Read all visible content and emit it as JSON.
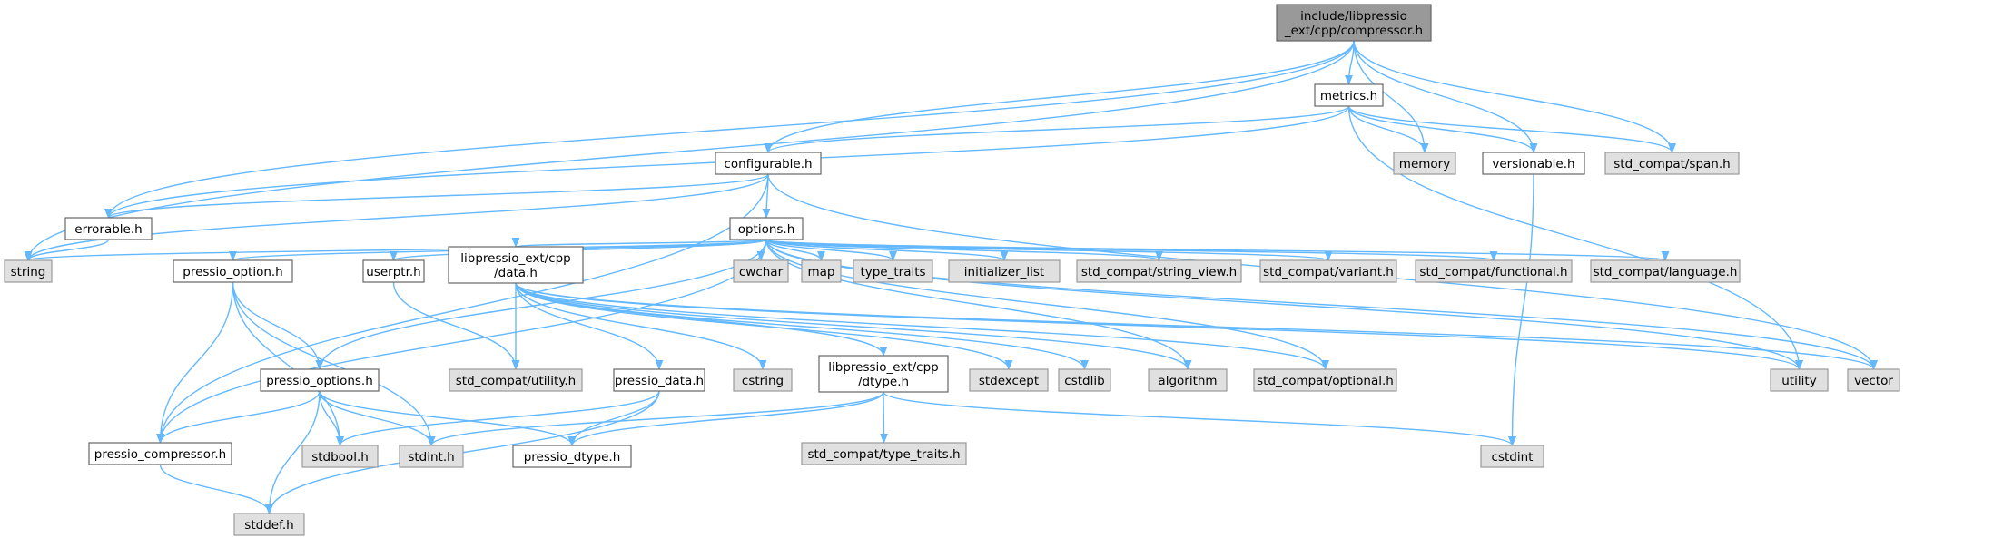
{
  "colors": {
    "edge": "#63b8ff",
    "root_fill": "#999999",
    "local_fill": "#ffffff",
    "system_fill": "#e0e0e0",
    "border": "#666666"
  },
  "nodes": [
    {
      "id": "compressor",
      "type": "root",
      "label": [
        "include/libpressio",
        "_ext/cpp/compressor.h"
      ]
    },
    {
      "id": "metrics",
      "type": "local",
      "label": [
        "metrics.h"
      ]
    },
    {
      "id": "configurable",
      "type": "local",
      "label": [
        "configurable.h"
      ]
    },
    {
      "id": "memory",
      "type": "system",
      "label": [
        "memory"
      ]
    },
    {
      "id": "versionable",
      "type": "local",
      "label": [
        "versionable.h"
      ]
    },
    {
      "id": "span",
      "type": "system",
      "label": [
        "std_compat/span.h"
      ]
    },
    {
      "id": "errorable",
      "type": "local",
      "label": [
        "errorable.h"
      ]
    },
    {
      "id": "options",
      "type": "local",
      "label": [
        "options.h"
      ]
    },
    {
      "id": "string",
      "type": "system",
      "label": [
        "string"
      ]
    },
    {
      "id": "pressio_option",
      "type": "local",
      "label": [
        "pressio_option.h"
      ]
    },
    {
      "id": "userptr",
      "type": "local",
      "label": [
        "userptr.h"
      ]
    },
    {
      "id": "data",
      "type": "local",
      "label": [
        "libpressio_ext/cpp",
        "/data.h"
      ]
    },
    {
      "id": "cwchar",
      "type": "system",
      "label": [
        "cwchar"
      ]
    },
    {
      "id": "map",
      "type": "system",
      "label": [
        "map"
      ]
    },
    {
      "id": "type_traits",
      "type": "system",
      "label": [
        "type_traits"
      ]
    },
    {
      "id": "initializer_list",
      "type": "system",
      "label": [
        "initializer_list"
      ]
    },
    {
      "id": "string_view",
      "type": "system",
      "label": [
        "std_compat/string_view.h"
      ]
    },
    {
      "id": "variant",
      "type": "system",
      "label": [
        "std_compat/variant.h"
      ]
    },
    {
      "id": "functional",
      "type": "system",
      "label": [
        "std_compat/functional.h"
      ]
    },
    {
      "id": "language",
      "type": "system",
      "label": [
        "std_compat/language.h"
      ]
    },
    {
      "id": "pressio_options",
      "type": "local",
      "label": [
        "pressio_options.h"
      ]
    },
    {
      "id": "compat_utility",
      "type": "system",
      "label": [
        "std_compat/utility.h"
      ]
    },
    {
      "id": "pressio_data",
      "type": "local",
      "label": [
        "pressio_data.h"
      ]
    },
    {
      "id": "cstring",
      "type": "system",
      "label": [
        "cstring"
      ]
    },
    {
      "id": "dtype_cpp",
      "type": "local",
      "label": [
        "libpressio_ext/cpp",
        "/dtype.h"
      ]
    },
    {
      "id": "stdexcept",
      "type": "system",
      "label": [
        "stdexcept"
      ]
    },
    {
      "id": "cstdlib",
      "type": "system",
      "label": [
        "cstdlib"
      ]
    },
    {
      "id": "algorithm",
      "type": "system",
      "label": [
        "algorithm"
      ]
    },
    {
      "id": "optional",
      "type": "system",
      "label": [
        "std_compat/optional.h"
      ]
    },
    {
      "id": "utility",
      "type": "system",
      "label": [
        "utility"
      ]
    },
    {
      "id": "vector",
      "type": "system",
      "label": [
        "vector"
      ]
    },
    {
      "id": "pressio_compressor",
      "type": "local",
      "label": [
        "pressio_compressor.h"
      ]
    },
    {
      "id": "stdbool",
      "type": "system",
      "label": [
        "stdbool.h"
      ]
    },
    {
      "id": "stdint",
      "type": "system",
      "label": [
        "stdint.h"
      ]
    },
    {
      "id": "pressio_dtype",
      "type": "local",
      "label": [
        "pressio_dtype.h"
      ]
    },
    {
      "id": "compat_type_traits",
      "type": "system",
      "label": [
        "std_compat/type_traits.h"
      ]
    },
    {
      "id": "cstdint",
      "type": "system",
      "label": [
        "cstdint"
      ]
    },
    {
      "id": "stddef",
      "type": "system",
      "label": [
        "stddef.h"
      ]
    }
  ],
  "edges": [
    [
      "compressor",
      "metrics"
    ],
    [
      "compressor",
      "configurable"
    ],
    [
      "compressor",
      "memory"
    ],
    [
      "compressor",
      "versionable"
    ],
    [
      "compressor",
      "span"
    ],
    [
      "compressor",
      "errorable"
    ],
    [
      "compressor",
      "string"
    ],
    [
      "metrics",
      "configurable"
    ],
    [
      "metrics",
      "memory"
    ],
    [
      "metrics",
      "versionable"
    ],
    [
      "metrics",
      "span"
    ],
    [
      "metrics",
      "errorable"
    ],
    [
      "metrics",
      "utility"
    ],
    [
      "configurable",
      "errorable"
    ],
    [
      "configurable",
      "options"
    ],
    [
      "configurable",
      "string"
    ],
    [
      "configurable",
      "pressio_compressor"
    ],
    [
      "configurable",
      "vector"
    ],
    [
      "versionable",
      "cstdint"
    ],
    [
      "errorable",
      "string"
    ],
    [
      "options",
      "string"
    ],
    [
      "options",
      "pressio_option"
    ],
    [
      "options",
      "userptr"
    ],
    [
      "options",
      "data"
    ],
    [
      "options",
      "cwchar"
    ],
    [
      "options",
      "map"
    ],
    [
      "options",
      "type_traits"
    ],
    [
      "options",
      "initializer_list"
    ],
    [
      "options",
      "string_view"
    ],
    [
      "options",
      "variant"
    ],
    [
      "options",
      "functional"
    ],
    [
      "options",
      "language"
    ],
    [
      "options",
      "pressio_options"
    ],
    [
      "options",
      "pressio_compressor"
    ],
    [
      "options",
      "optional"
    ],
    [
      "options",
      "utility"
    ],
    [
      "options",
      "vector"
    ],
    [
      "options",
      "algorithm"
    ],
    [
      "pressio_option",
      "pressio_options"
    ],
    [
      "pressio_option",
      "pressio_compressor"
    ],
    [
      "pressio_option",
      "stdbool"
    ],
    [
      "pressio_option",
      "stdint"
    ],
    [
      "userptr",
      "compat_utility"
    ],
    [
      "data",
      "compat_utility"
    ],
    [
      "data",
      "pressio_data"
    ],
    [
      "data",
      "cstring"
    ],
    [
      "data",
      "dtype_cpp"
    ],
    [
      "data",
      "stdexcept"
    ],
    [
      "data",
      "cstdlib"
    ],
    [
      "data",
      "algorithm"
    ],
    [
      "data",
      "optional"
    ],
    [
      "data",
      "utility"
    ],
    [
      "data",
      "vector"
    ],
    [
      "pressio_options",
      "pressio_compressor"
    ],
    [
      "pressio_options",
      "stdbool"
    ],
    [
      "pressio_options",
      "stdint"
    ],
    [
      "pressio_options",
      "pressio_dtype"
    ],
    [
      "pressio_options",
      "stddef"
    ],
    [
      "pressio_data",
      "stdbool"
    ],
    [
      "pressio_data",
      "pressio_dtype"
    ],
    [
      "pressio_data",
      "stddef"
    ],
    [
      "dtype_cpp",
      "pressio_dtype"
    ],
    [
      "dtype_cpp",
      "compat_type_traits"
    ],
    [
      "dtype_cpp",
      "cstdint"
    ],
    [
      "dtype_cpp",
      "stdint"
    ],
    [
      "pressio_compressor",
      "stddef"
    ]
  ]
}
